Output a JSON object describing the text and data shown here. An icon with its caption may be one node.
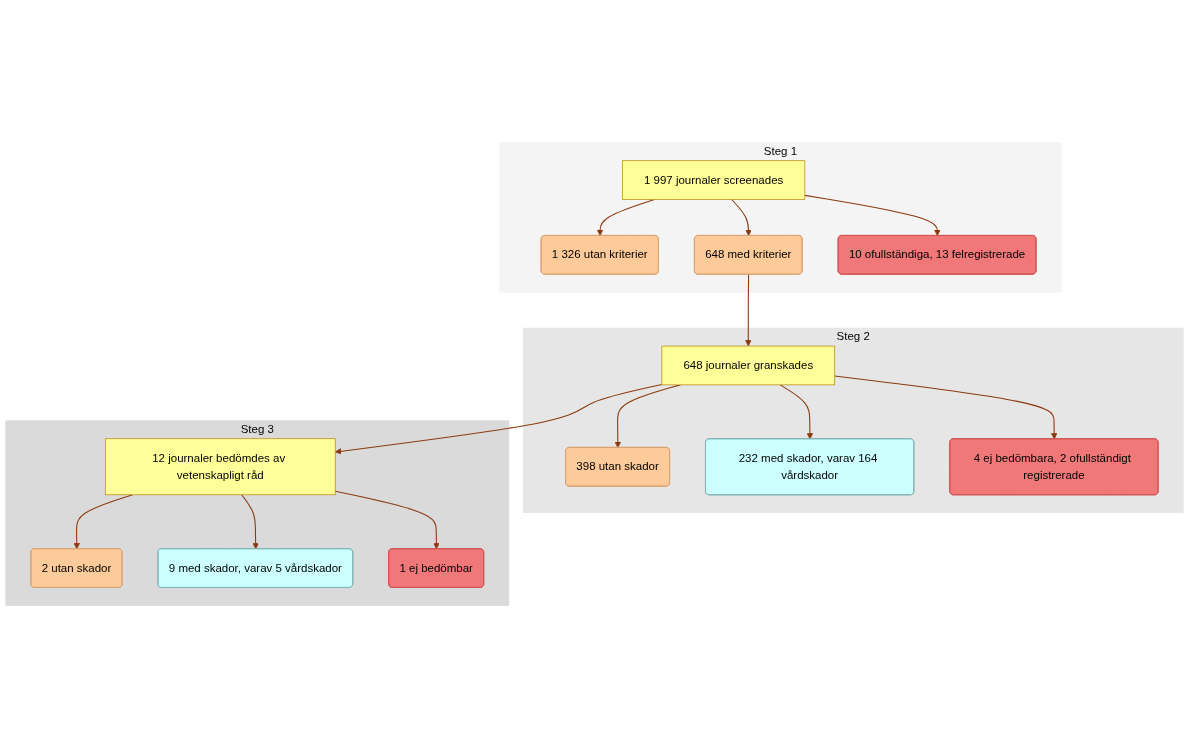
{
  "diagram": {
    "nodes": [
      {
        "text": [
          "Steg 1"
        ]
      },
      {
        "text": [
          "1 997 journaler screenades"
        ],
        "in": 0
      },
      {
        "text": [
          "1 326 utan kriterier"
        ],
        "in": 0
      },
      {
        "text": [
          "648 med kriterier"
        ],
        "in": 0
      },
      {
        "text": [
          "10 ofullständiga, 13 felregistrerade"
        ],
        "in": 0
      },
      {
        "text": [
          "Steg 2"
        ]
      },
      {
        "text": [
          "648 journaler granskades"
        ],
        "in": 5
      },
      {
        "text": [
          "398 utan skador"
        ],
        "in": 5
      },
      {
        "text": [
          "232 med skador, varav 164 vårdskador"
        ],
        "in": 5
      },
      {
        "text": [
          "4 ej bedömbara, 2 ofullständigt registrerade"
        ],
        "in": 5
      },
      {
        "text": [
          "Steg 3"
        ]
      },
      {
        "text": [
          "12 journaler bedömdes av vetenskapligt råd"
        ],
        "in": 10
      },
      {
        "text": [
          "2 utan skador"
        ],
        "in": 10
      },
      {
        "text": [
          "9 med skador, varav 5 vårdskador"
        ],
        "in": 10
      },
      {
        "text": [
          "1 ej bedömbar"
        ],
        "in": 10
      }
    ],
    "edges": [
      {
        "from": 1,
        "to": 2,
        "arrow": "to"
      },
      {
        "from": 1,
        "to": 3,
        "arrow": "to"
      },
      {
        "from": 1,
        "to": 4,
        "arrow": "to"
      },
      {
        "from": 3,
        "to": 6,
        "arrow": "to"
      },
      {
        "from": 6,
        "to": 7,
        "arrow": "to"
      },
      {
        "from": 6,
        "to": 8,
        "arrow": "to"
      },
      {
        "from": 6,
        "to": 9,
        "arrow": "to"
      },
      {
        "from": 6,
        "to": 11,
        "arrow": "to"
      },
      {
        "from": 11,
        "to": 12,
        "arrow": "to"
      },
      {
        "from": 11,
        "to": 13,
        "arrow": "to"
      },
      {
        "from": 11,
        "to": 14,
        "arrow": "to"
      }
    ]
  }
}
